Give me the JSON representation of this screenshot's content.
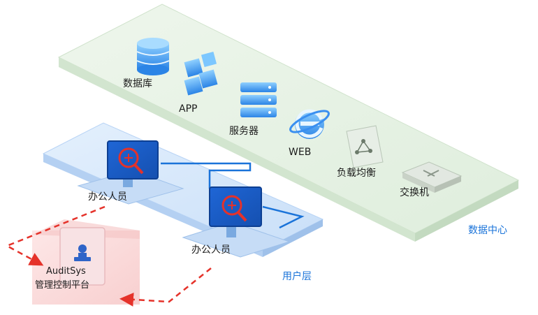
{
  "data_center": {
    "label": "数据中心",
    "items": [
      {
        "label": "数据库",
        "icon": "database-icon"
      },
      {
        "label": "APP",
        "icon": "app-cubes-icon"
      },
      {
        "label": "服务器",
        "icon": "server-icon"
      },
      {
        "label": "WEB",
        "icon": "web-browser-icon"
      },
      {
        "label": "负载均衡",
        "icon": "load-balancer-icon"
      },
      {
        "label": "交换机",
        "icon": "switch-icon"
      }
    ]
  },
  "user_layer": {
    "label": "用户层",
    "stations": [
      {
        "label": "办公人员",
        "icon": "monitor-search-icon"
      },
      {
        "label": "办公人员",
        "icon": "monitor-search-icon"
      }
    ]
  },
  "audit": {
    "name": "AuditSys",
    "subtitle": "管理控制平台",
    "icon": "user-stamp-icon"
  },
  "colors": {
    "data_center_panel": "#e6f1e4",
    "user_layer_panel": "#d7e8fb",
    "audit_panel": "#fbd9d9",
    "connector_blue": "#1a73d9",
    "audit_dash_red": "#e5322a",
    "zone_label": "#1a73d9"
  }
}
